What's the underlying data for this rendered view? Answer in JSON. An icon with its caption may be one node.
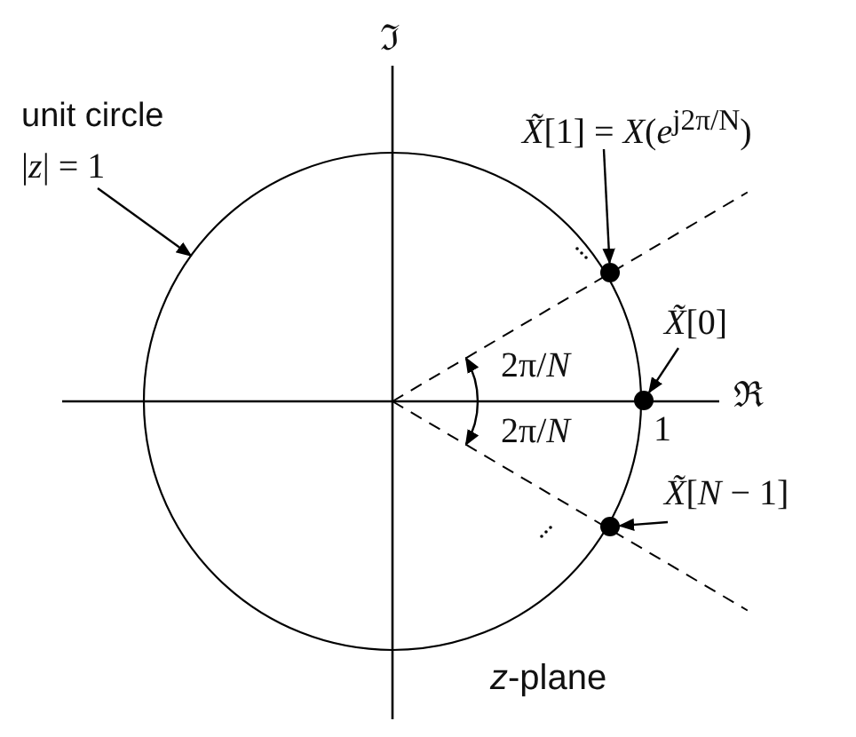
{
  "diagram": {
    "nodes": [
      {
        "text": [
          "unit circle",
          "|*z*| = 1"
        ]
      },
      {
        "text": [],
        "shape": "circle"
      },
      {
        "text": [
          "*X̃*[1] = *X*(*e*$^{j2π/N}$)"
        ]
      },
      {
        "text": [],
        "shape": "circle"
      },
      {
        "text": [
          "*X̃*[0]"
        ]
      },
      {
        "text": [],
        "shape": "circle"
      },
      {
        "text": [
          "*X̃*[*N* − 1]"
        ]
      },
      {
        "text": [],
        "shape": "circle"
      }
    ],
    "edges": [
      {
        "from": 0,
        "to": 1,
        "arrow": "to"
      },
      {
        "from": 2,
        "to": 3,
        "arrow": "to"
      },
      {
        "from": 4,
        "to": 5,
        "arrow": "to"
      },
      {
        "from": 6,
        "to": 7,
        "arrow": "to"
      }
    ],
    "labels": [
      "ℑ",
      "ℜ",
      "2π/*N*",
      "2π/*N*",
      "1",
      "*z*-plane"
    ]
  }
}
